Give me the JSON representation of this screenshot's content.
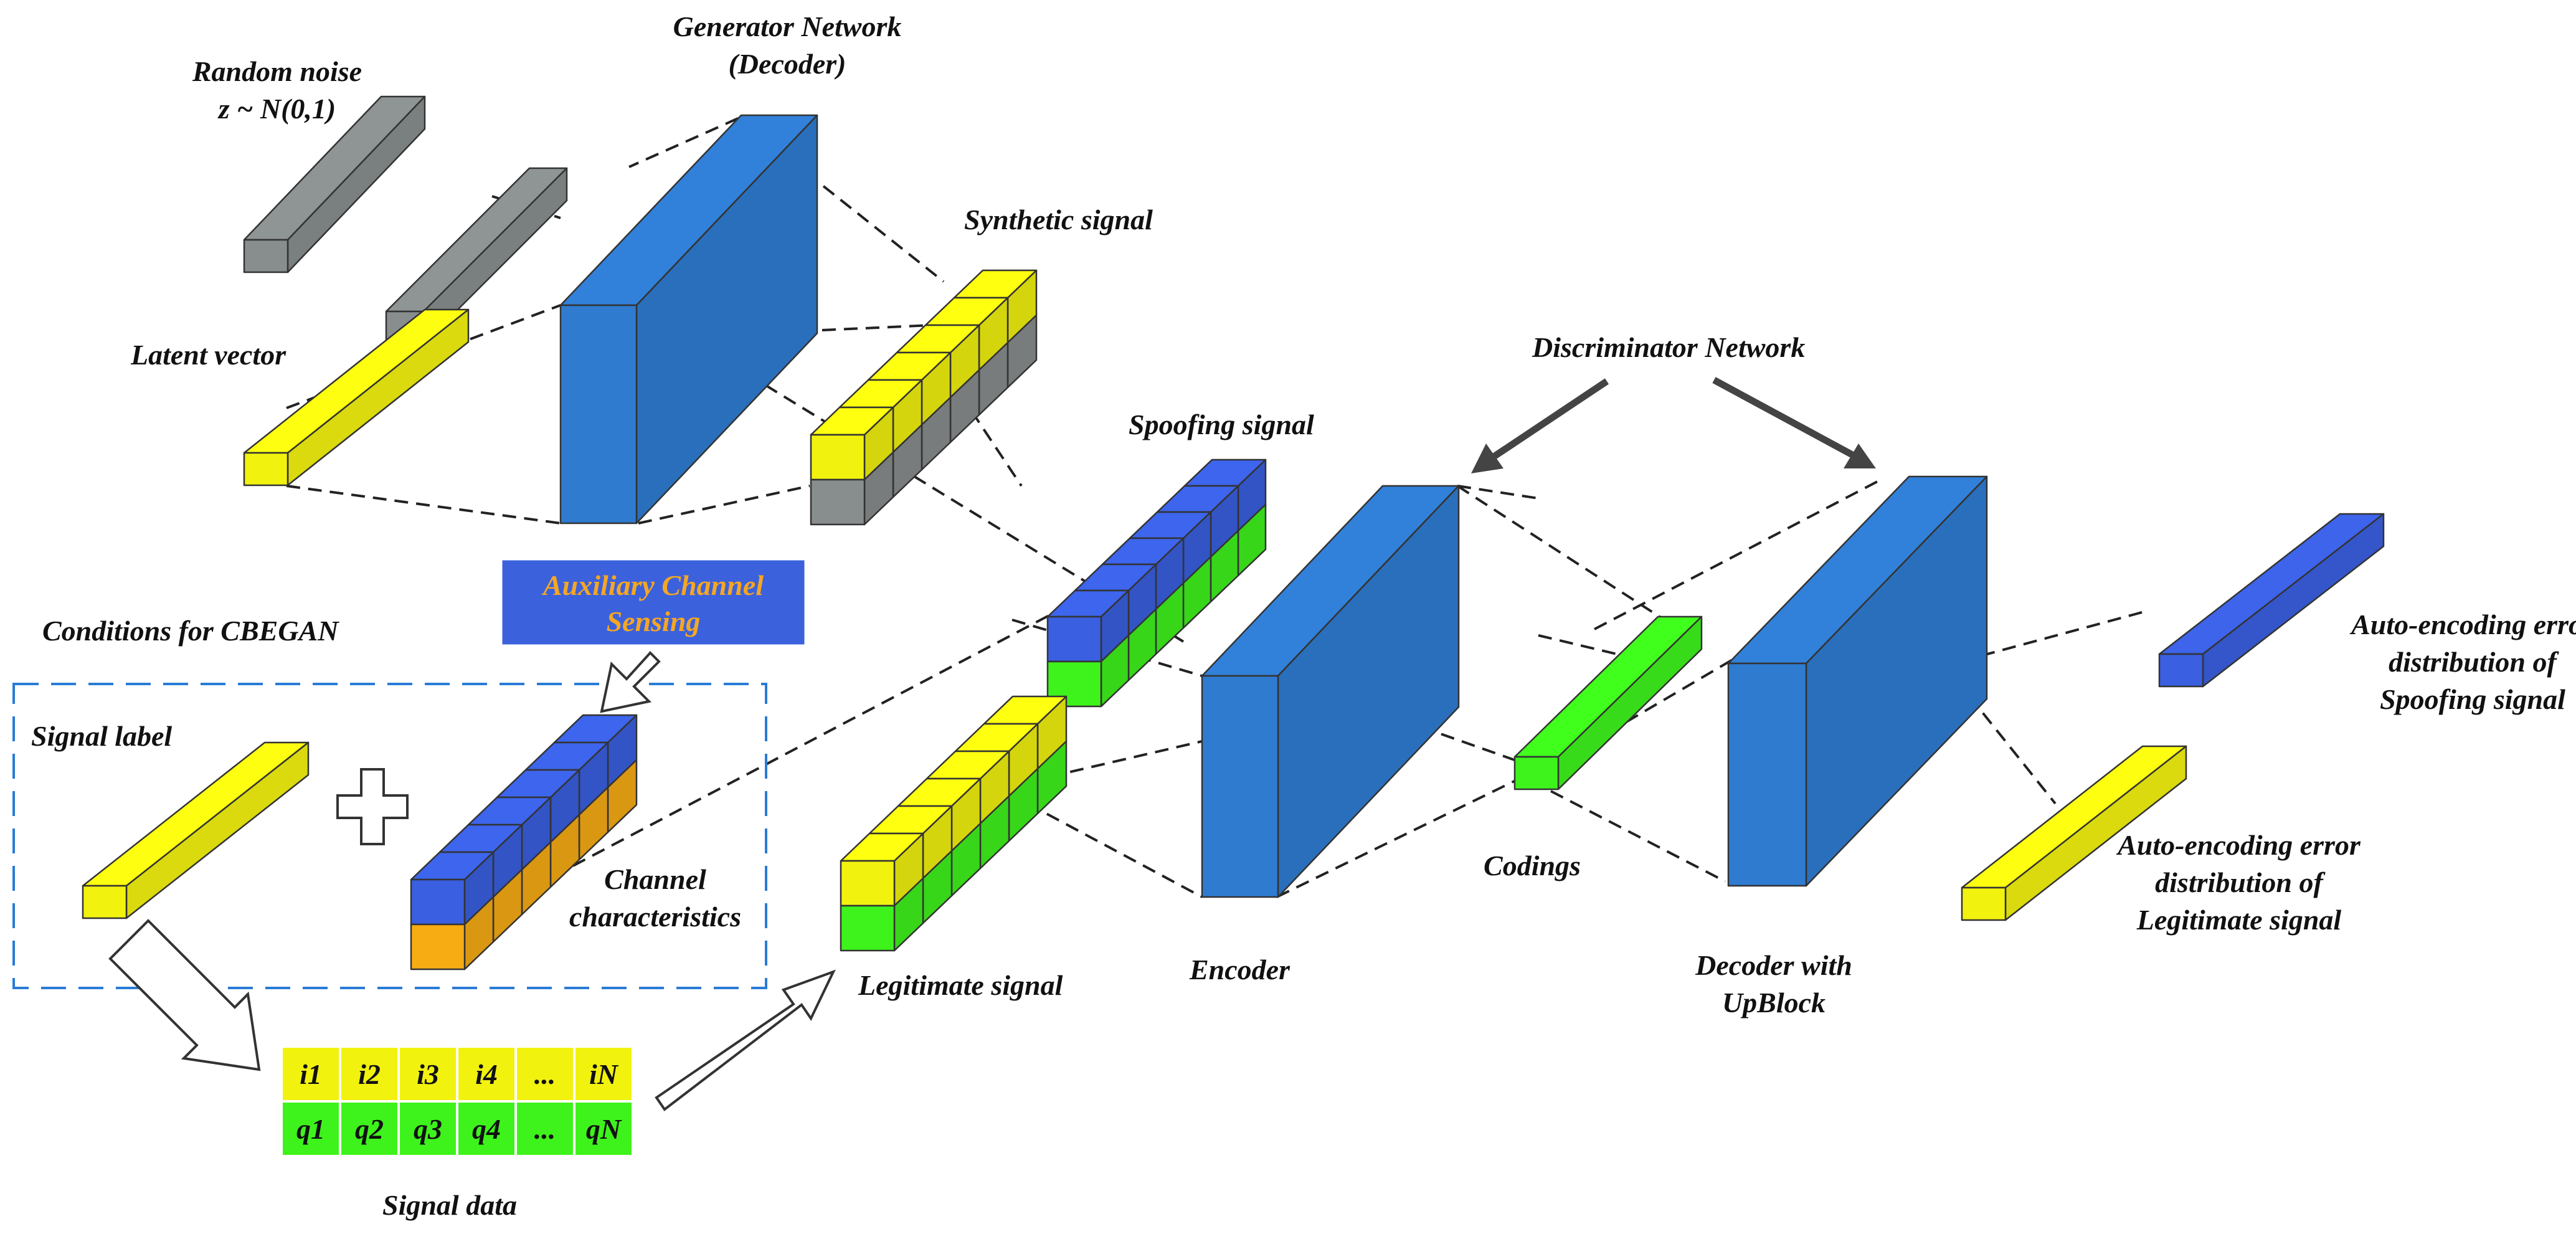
{
  "colors": {
    "yellow": "#f2f20f",
    "gray": "#888d8d",
    "blue": "#2f7bd0",
    "blue_dark": "#3a5fe0",
    "green": "#3ef31c",
    "orange": "#f8ac14",
    "acs_bg": "#3b62dc",
    "acs_text": "#f5a623",
    "dashed_box": "#2a7bd6"
  },
  "labels": {
    "random_noise": "Random noise",
    "noise_dist": "z ~ N(0,1)",
    "generator_1": "Generator Network",
    "generator_2": "(Decoder)",
    "synthetic_signal": "Synthetic signal",
    "latent_vector": "Latent vector",
    "spoofing_signal": "Spoofing signal",
    "discriminator": "Discriminator Network",
    "auxiliary_1": "Auxiliary Channel",
    "auxiliary_2": "Sensing",
    "conditions": "Conditions for CBEGAN",
    "signal_label": "Signal label",
    "channel_1": "Channel",
    "channel_2": "characteristics",
    "legitimate_signal": "Legitimate signal",
    "encoder": "Encoder",
    "codings": "Codings",
    "decoder_1": "Decoder with",
    "decoder_2": "UpBlock",
    "spoof_err_1": "Auto-encoding error",
    "spoof_err_2": "distribution of",
    "spoof_err_3": "Spoofing signal",
    "legit_err_1": "Auto-encoding error",
    "legit_err_2": "distribution of",
    "legit_err_3": "Legitimate signal",
    "signal_data": "Signal data"
  },
  "signal_data": {
    "i_row": [
      "i1",
      "i2",
      "i3",
      "i4",
      "...",
      "iN"
    ],
    "q_row": [
      "q1",
      "q2",
      "q3",
      "q4",
      "...",
      "qN"
    ]
  },
  "icons": {
    "plus": "plus-icon",
    "hollow_arrow": "hollow-arrow-icon",
    "solid_arrow": "arrow-icon"
  }
}
